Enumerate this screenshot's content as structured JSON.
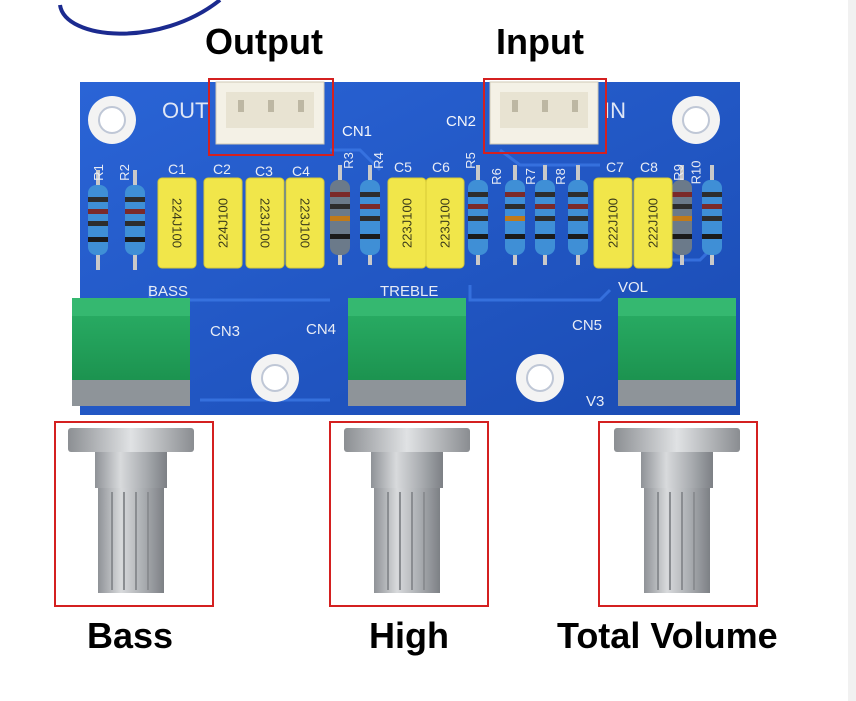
{
  "labels": {
    "output": "Output",
    "input": "Input",
    "bass": "Bass",
    "high": "High",
    "total_volume": "Total Volume"
  },
  "silkscreen": {
    "out": "OUT",
    "in": "IN",
    "cn1": "CN1",
    "cn2": "CN2",
    "cn3": "CN3",
    "cn4": "CN4",
    "cn5": "CN5",
    "bass": "BASS",
    "treble": "TREBLE",
    "vol": "VOL",
    "v3": "V3",
    "r1": "R1",
    "r2": "R2",
    "r3": "R3",
    "r4": "R4",
    "r5": "R5",
    "r6": "R6",
    "r7": "R7",
    "r8": "R8",
    "r9": "R9",
    "r10": "R10",
    "c1": "C1",
    "c2": "C2",
    "c3": "C3",
    "c4": "C4",
    "c5": "C5",
    "c6": "C6",
    "c7": "C7",
    "c8": "C8"
  },
  "capacitor_marks": [
    "224J100",
    "224J100",
    "223J100",
    "223J100",
    "223J100",
    "223J100",
    "222J100",
    "222J100"
  ],
  "colors": {
    "pcb": "#1f57c9",
    "highlight": "#d42020",
    "capacitor": "#f1e64a",
    "pot_body": "#1f9a55",
    "shaft": "#b9bcc0"
  }
}
